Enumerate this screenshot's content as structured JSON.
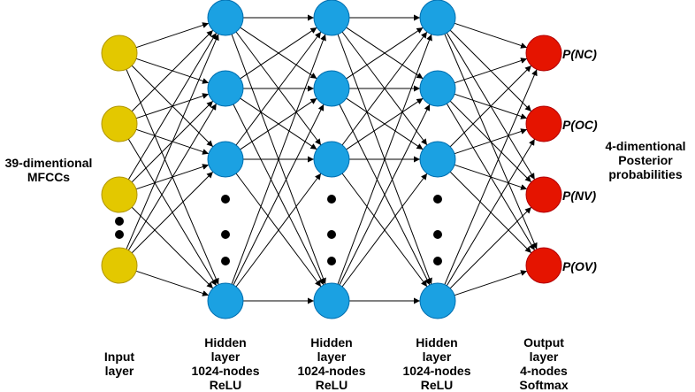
{
  "layers": [
    {
      "id": "input",
      "label_lines": [
        "Input",
        "layer"
      ],
      "fill": "#e3c800",
      "stroke": "#b09500",
      "node_count": 4
    },
    {
      "id": "hidden1",
      "label_lines": [
        "Hidden",
        "layer",
        "1024-nodes",
        "ReLU"
      ],
      "fill": "#1ba1e2",
      "stroke": "#006eaf",
      "node_count": 4
    },
    {
      "id": "hidden2",
      "label_lines": [
        "Hidden",
        "layer",
        "1024-nodes",
        "ReLU"
      ],
      "fill": "#1ba1e2",
      "stroke": "#006eaf",
      "node_count": 4
    },
    {
      "id": "hidden3",
      "label_lines": [
        "Hidden",
        "layer",
        "1024-nodes",
        "ReLU"
      ],
      "fill": "#1ba1e2",
      "stroke": "#006eaf",
      "node_count": 4
    },
    {
      "id": "output",
      "label_lines": [
        "Output",
        "layer",
        "4-nodes",
        "Softmax"
      ],
      "fill": "#e51400",
      "stroke": "#b20000",
      "node_count": 4
    }
  ],
  "output_node_labels": [
    "P(NC)",
    "P(OC)",
    "P(NV)",
    "P(OV)"
  ],
  "input_description_lines": [
    "39-dimentional",
    "MFCCs"
  ],
  "output_description_lines": [
    "4-dimentional",
    "Posterior",
    "probabilities"
  ],
  "edge_color": "#000000"
}
